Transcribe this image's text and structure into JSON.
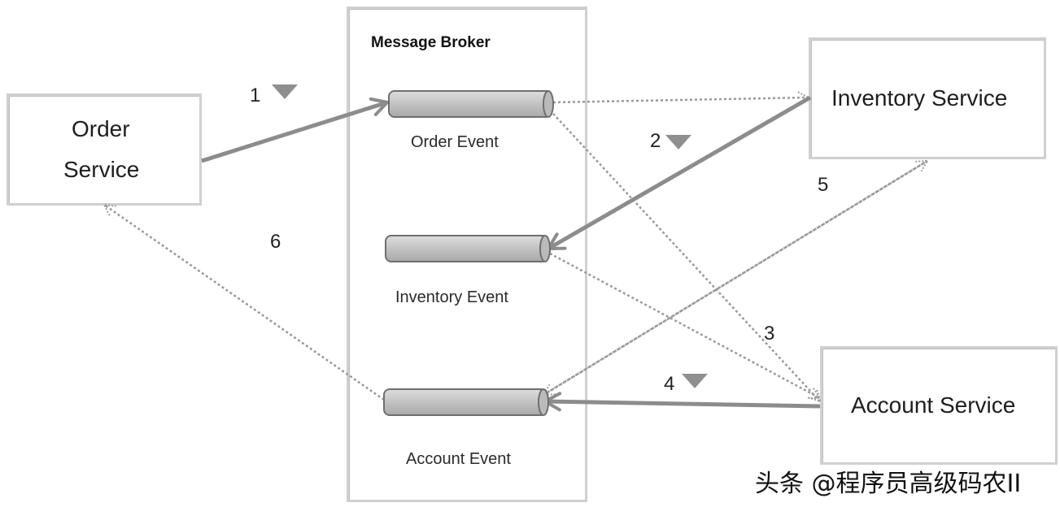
{
  "broker": {
    "title": "Message Broker"
  },
  "services": {
    "order_line1": "Order",
    "order_line2": "Service",
    "inventory": "Inventory Service",
    "account": "Account Service"
  },
  "events": {
    "order": "Order Event",
    "inventory": "Inventory Event",
    "account": "Account Event"
  },
  "steps": [
    "1",
    "2",
    "3",
    "4",
    "5",
    "6"
  ],
  "watermark": "头条 @程序员高级码农II",
  "colors": {
    "solid_arrow": "#8c8c8c",
    "dotted_arrow": "#9a9a9a",
    "queue_fill": "#c4c4c4",
    "queue_stroke": "#6f6f6f",
    "box_border": "#d0d0d0",
    "step_marker": "#8f8f8f"
  }
}
